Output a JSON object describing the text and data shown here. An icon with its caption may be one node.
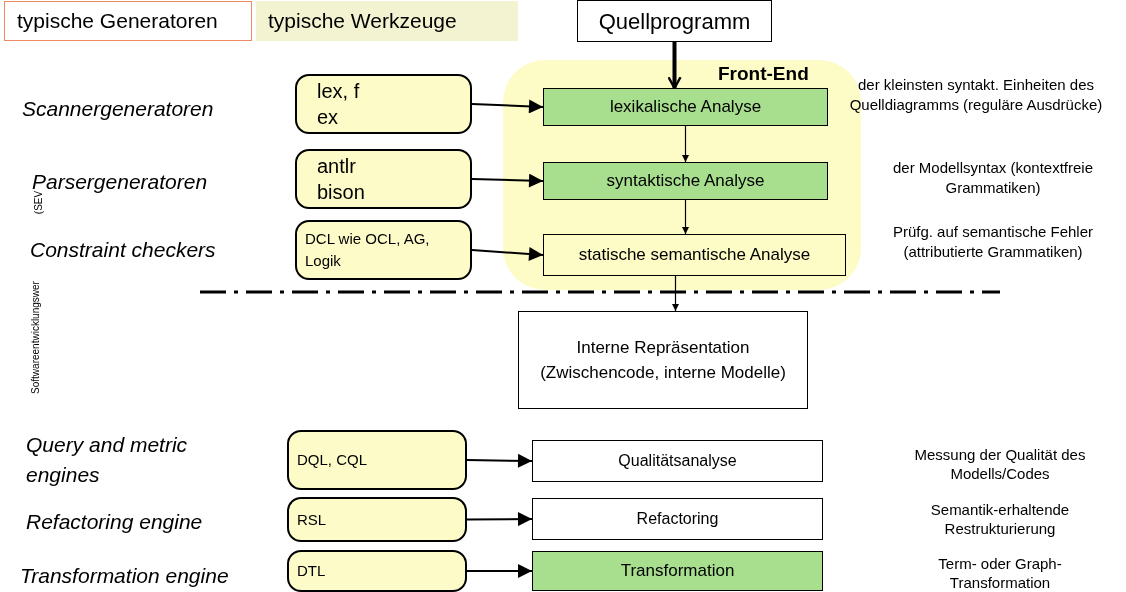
{
  "diagram": {
    "nodes": [
      {
        "text": [
          "typische Generatoren"
        ]
      },
      {
        "text": [
          "typische Werkzeuge"
        ]
      },
      {
        "text": [
          "Quellprogramm"
        ]
      },
      {
        "text": [
          "Front-End"
        ]
      },
      {
        "text": [
          "lexikalische Analyse"
        ],
        "in": 3
      },
      {
        "text": [
          "syntaktische Analyse"
        ],
        "in": 3
      },
      {
        "text": [
          "statische semantische Analyse"
        ],
        "in": 3
      },
      {
        "text": [
          "Interne Repräsentation (Zwischencode, interne Modelle)"
        ]
      },
      {
        "text": [
          "lex, f ex"
        ]
      },
      {
        "text": [
          "antlr bison"
        ]
      },
      {
        "text": [
          "DCL wie OCL, AG, Logik"
        ]
      },
      {
        "text": [
          "DQL, CQL"
        ]
      },
      {
        "text": [
          "Qualitätsanalyse"
        ]
      },
      {
        "text": [
          "RSL"
        ]
      },
      {
        "text": [
          "Refactoring"
        ]
      },
      {
        "text": [
          "DTL"
        ]
      },
      {
        "text": [
          "Transformation"
        ]
      }
    ],
    "edges": [
      {
        "from": 2,
        "to": 4,
        "arrow": "to",
        "style": "thick"
      },
      {
        "from": 8,
        "to": 4,
        "arrow": "to"
      },
      {
        "from": 9,
        "to": 5,
        "arrow": "to"
      },
      {
        "from": 10,
        "to": 6,
        "arrow": "to"
      },
      {
        "from": 4,
        "to": 5,
        "arrow": "to"
      },
      {
        "from": 5,
        "to": 6,
        "arrow": "to"
      },
      {
        "from": 6,
        "to": 7,
        "arrow": "to"
      },
      {
        "from": 11,
        "to": 12,
        "arrow": "to"
      },
      {
        "from": 13,
        "to": 14,
        "arrow": "to"
      },
      {
        "from": 15,
        "to": 16,
        "arrow": "to"
      }
    ],
    "labels": [
      "Scannergeneratoren",
      "der kleinsten syntakt. Einheiten des Quelldiagramms (reguläre Ausdrücke)",
      "Parsergeneratoren",
      "der Modellsyntax (kontextfreie Grammatiken)",
      "(SEV",
      "Constraint checkers",
      "Prüfg. auf semantische Fehler (attributierte Grammatiken)",
      "Softwareentwicklungswer",
      "Query and metric engines",
      "Messung der Qualität des Modells/Codes",
      "Refactoring engine",
      "Semantik-erhaltende Restrukturierung",
      "Transformation engine",
      "Term- oder Graph-Transformation"
    ]
  }
}
